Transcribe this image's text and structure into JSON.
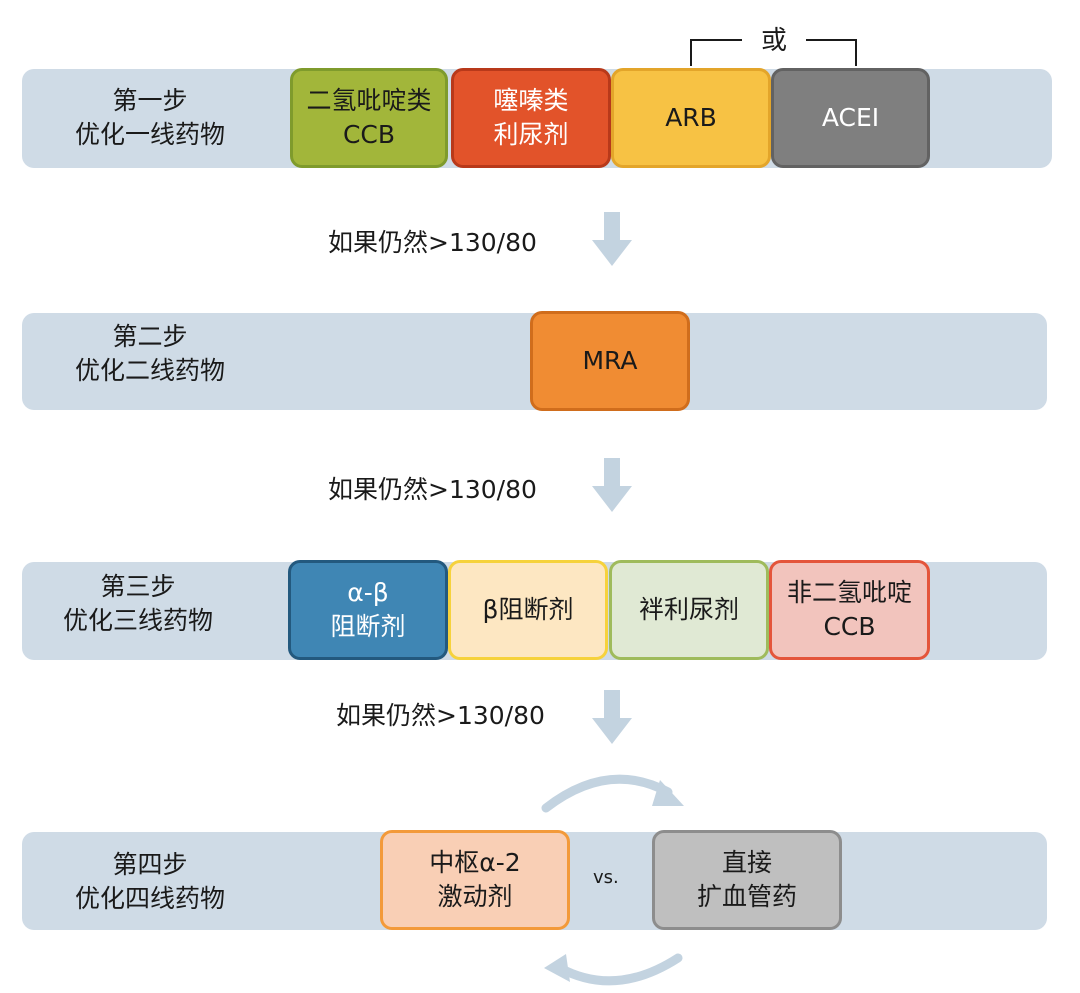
{
  "step1": {
    "label1": "第一步",
    "label2": "优化一线药物",
    "boxes": [
      {
        "line1": "二氢吡啶类",
        "line2": "CCB"
      },
      {
        "line1": "噻嗪类",
        "line2": "利尿剂"
      },
      {
        "line1": "ARB"
      },
      {
        "line1": "ACEI"
      }
    ],
    "or_label": "或"
  },
  "condition_1": "如果仍然>130/80",
  "step2": {
    "label1": "第二步",
    "label2": "优化二线药物",
    "boxes": [
      {
        "line1": "MRA"
      }
    ]
  },
  "condition_2": "如果仍然>130/80",
  "step3": {
    "label1": "第三步",
    "label2": "优化三线药物",
    "boxes": [
      {
        "line1": "α-β",
        "line2": "阻断剂"
      },
      {
        "line1": "β阻断剂"
      },
      {
        "line1": "袢利尿剂"
      },
      {
        "line1": "非二氢吡啶",
        "line2": "CCB"
      }
    ]
  },
  "condition_3": "如果仍然>130/80",
  "step4": {
    "label1": "第四步",
    "label2": "优化四线药物",
    "boxes": [
      {
        "line1": "中枢α-2",
        "line2": "激动剂"
      },
      {
        "line1": "直接",
        "line2": "扩血管药"
      }
    ],
    "vs_label": "vs."
  },
  "colors": {
    "band": "#cfdbe6",
    "arrow": "#c3d3e0",
    "green": "#a2b63a",
    "red_orange": "#e2532a",
    "yellow": "#f7c244",
    "gray": "#7f7f7f",
    "orange": "#f08c33",
    "blue": "#3f86b4",
    "light_yellow": "#fde7c2",
    "light_green": "#e0e9d4",
    "pink": "#f2c4bd",
    "peach": "#f9cfb5",
    "light_gray": "#bfbfbf"
  }
}
